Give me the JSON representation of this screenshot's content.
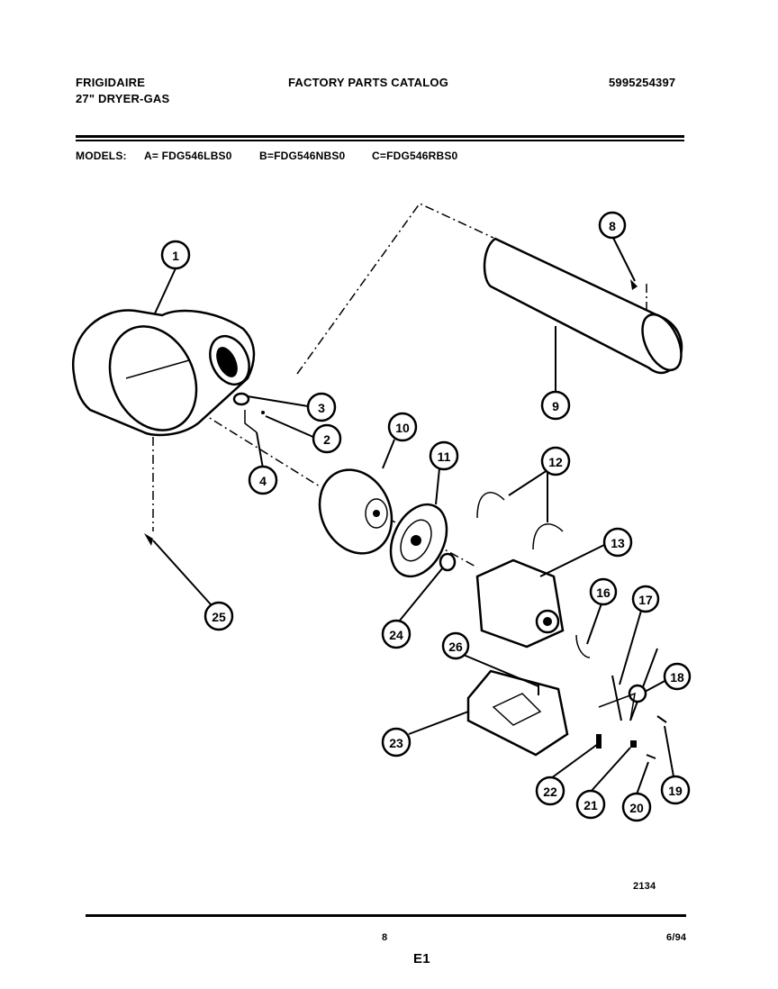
{
  "header": {
    "brand": "FRIGIDAIRE",
    "product": "27\" DRYER-GAS",
    "catalog_title": "FACTORY PARTS CATALOG",
    "catalog_number": "5995254397"
  },
  "models": {
    "label": "MODELS:",
    "a": "A= FDG546LBS0",
    "b": "B=FDG546NBS0",
    "c": "C=FDG546RBS0"
  },
  "diagram": {
    "callouts": [
      {
        "id": "1",
        "label": "1"
      },
      {
        "id": "2",
        "label": "2"
      },
      {
        "id": "3",
        "label": "3"
      },
      {
        "id": "4",
        "label": "4"
      },
      {
        "id": "8",
        "label": "8"
      },
      {
        "id": "9",
        "label": "9"
      },
      {
        "id": "10",
        "label": "10"
      },
      {
        "id": "11",
        "label": "11"
      },
      {
        "id": "12",
        "label": "12"
      },
      {
        "id": "13",
        "label": "13"
      },
      {
        "id": "16",
        "label": "16"
      },
      {
        "id": "17",
        "label": "17"
      },
      {
        "id": "18",
        "label": "18"
      },
      {
        "id": "19",
        "label": "19"
      },
      {
        "id": "20",
        "label": "20"
      },
      {
        "id": "21",
        "label": "21"
      },
      {
        "id": "22",
        "label": "22"
      },
      {
        "id": "23",
        "label": "23"
      },
      {
        "id": "24",
        "label": "24"
      },
      {
        "id": "25",
        "label": "25"
      },
      {
        "id": "26",
        "label": "26"
      }
    ],
    "figure_number": "2134"
  },
  "footer": {
    "page_number": "8",
    "date": "6/94",
    "section": "E1"
  }
}
